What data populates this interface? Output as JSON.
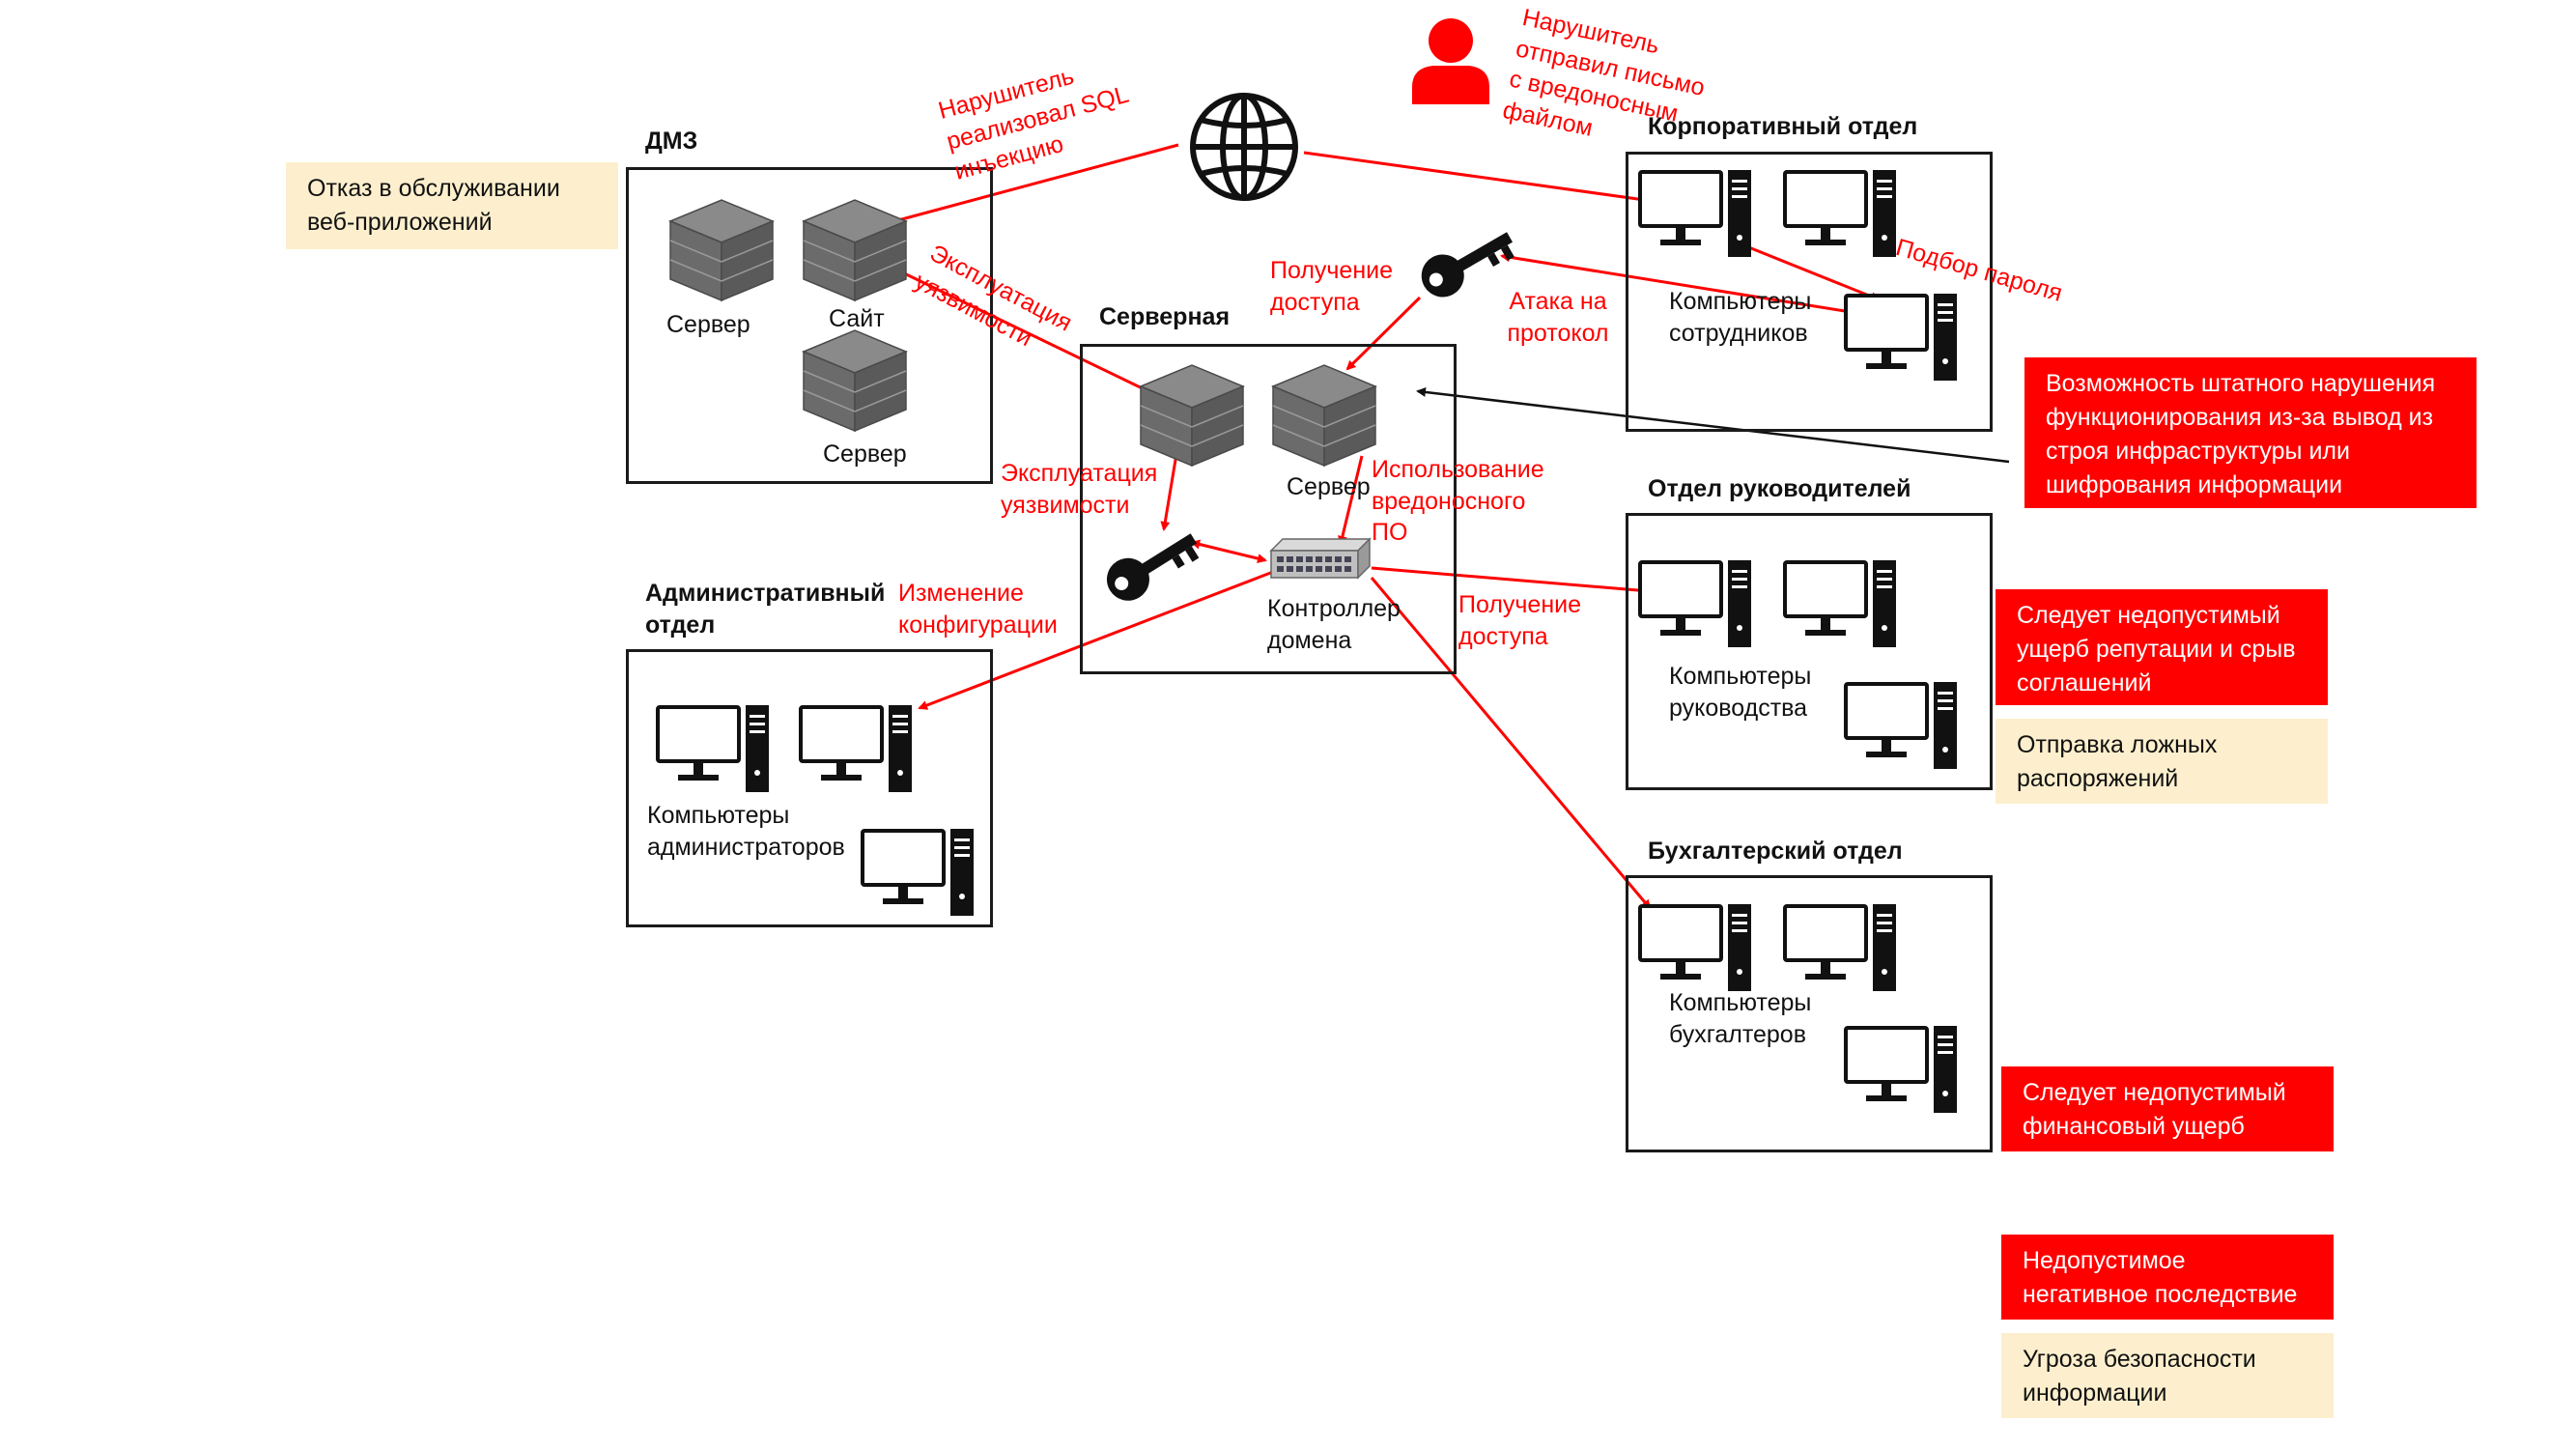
{
  "zones": {
    "dmz": "ДМЗ",
    "server_room": "Серверная",
    "corporate": "Корпоративный отдел",
    "admin": "Административный отдел",
    "managers": "Отдел руководителей",
    "accounting": "Бухгалтерский отдел"
  },
  "labels": {
    "server_dmz1": "Сервер",
    "site": "Сайт",
    "server_dmz2": "Сервер",
    "server_room_server": "Сервер",
    "domain_controller": "Контроллер домена",
    "employees_pcs": "Компьютеры сотрудников",
    "admins_pcs": "Компьютеры администраторов",
    "managers_pcs": "Компьютеры руководства",
    "accountants_pcs": "Компьютеры бухгалтеров"
  },
  "attack_labels": {
    "email": "Нарушитель отправил письмо с вредоносным файлом",
    "sql": "Нарушитель реализовал SQL инъекцию",
    "exploit1": "Эксплуатация уязвимости",
    "access1": "Получение доступа",
    "protocol": "Атака на протокол",
    "bruteforce": "Подбор пароля",
    "exploit2": "Эксплуатация уязвимости",
    "malware": "Использование вредоносного ПО",
    "config": "Изменение конфигурации",
    "access2": "Получение доступа"
  },
  "consequences": {
    "dos": "Отказ в обслуживании веб-приложений",
    "disruption": "Возможность штатного нарушения функционирования из-за вывод из строя инфраструктуры или шифрования информации",
    "reputation": "Следует недопустимый ущерб репутации и срыв соглашений",
    "false_orders": "Отправка ложных распоряжений",
    "financial": "Следует недопустимый финансовый ущерб"
  },
  "legend": {
    "negative": "Недопустимое негативное последствие",
    "threat": "Угроза безопасности информации"
  },
  "colors": {
    "attack": "#ff0000",
    "negative_bg": "#ff0000",
    "threat_bg": "#fdefcd",
    "border": "#1a1a1a"
  },
  "icons": [
    "attacker-icon",
    "internet-globe-icon",
    "server-icon",
    "key-icon",
    "switch-icon",
    "desktop-pc-icon"
  ]
}
